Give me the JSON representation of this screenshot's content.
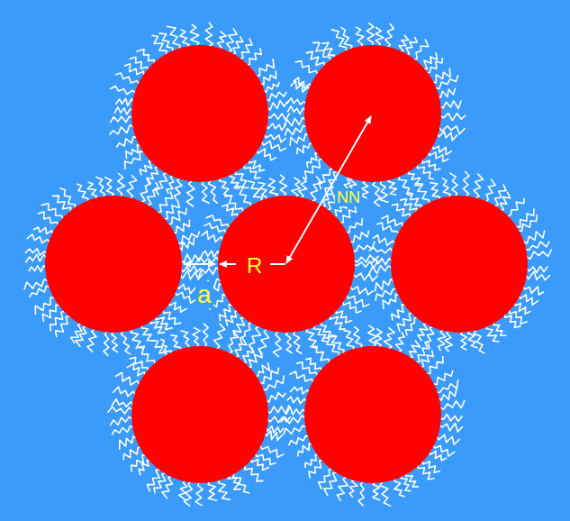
{
  "diagram": {
    "labels": [
      "a",
      "R",
      "NN"
    ]
  }
}
